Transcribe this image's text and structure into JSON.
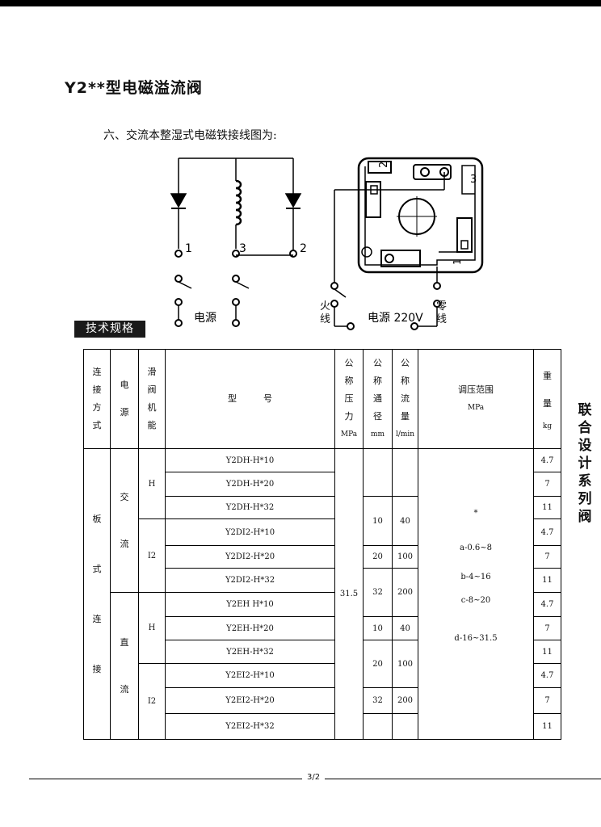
{
  "title": "Y2**型电磁溢流阀",
  "subtitle": "六、交流本整湿式电磁铁接线图为:",
  "diagram": {
    "terminal_1": "1",
    "terminal_2": "2",
    "terminal_3": "3",
    "power_label": "电源",
    "block_num_1": "1",
    "block_num_2": "2",
    "block_num_3": "3",
    "live_label": "火线",
    "voltage_label": "电源 220V",
    "neutral_label": "零线"
  },
  "spec_label": "技术规格",
  "side_text": "联合设计系列阀",
  "table": {
    "headers": {
      "connection": "连接方式",
      "power": "电源",
      "function": "滑阀机能",
      "model": "型　　　号",
      "pressure": "公称压力",
      "pressure_unit": "MPa",
      "diameter": "公称通径",
      "diameter_unit": "mm",
      "flow": "公称流量",
      "flow_unit": "l/min",
      "range": "调压范围",
      "range_unit": "MPa",
      "weight": "重量",
      "weight_unit": "kg"
    },
    "connection_value": "板式连接",
    "power_ac": "交流",
    "power_dc": "直流",
    "func_h": "H",
    "func_i2": "I2",
    "pressure_value": "31.5",
    "models": [
      "Y2DH-H*10",
      "Y2DH-H*20",
      "Y2DH-H*32",
      "Y2DI2-H*10",
      "Y2DI2-H*20",
      "Y2DI2-H*32",
      "Y2EH H*10",
      "Y2EH-H*20",
      "Y2EH-H*32",
      "Y2EI2-H*10",
      "Y2EI2-H*20",
      "Y2EI2-H*32"
    ],
    "weights": [
      "4.7",
      "7",
      "11",
      "4.7",
      "7",
      "11",
      "4.7",
      "7",
      "11",
      "4.7",
      "7",
      "11"
    ],
    "diameters": [
      "10",
      "20",
      "32",
      "10",
      "20",
      "32"
    ],
    "flows": [
      "40",
      "100",
      "200",
      "40",
      "100",
      "200"
    ],
    "range_values": [
      "*",
      "a-0.6~8",
      "b-4~16",
      "c-8~20",
      "d-16~31.5"
    ]
  },
  "footer_page": "3/2"
}
